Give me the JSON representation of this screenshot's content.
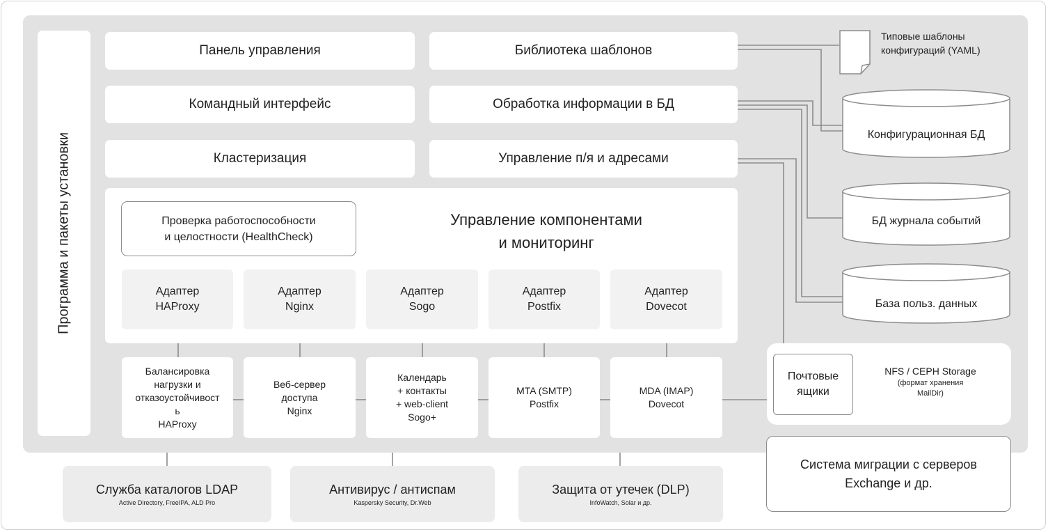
{
  "install_panel": "Программа и пакеты установки",
  "top_modules": {
    "control_panel": "Панель управления",
    "template_library": "Библиотека шаблонов",
    "cli": "Командный интерфейс",
    "db_processing": "Обработка информации в БД",
    "clustering": "Кластеризация",
    "mailbox_management": "Управление п/я и адресами"
  },
  "component_management": {
    "title": "Управление компонентами\nи мониторинг",
    "healthcheck": "Проверка работоспособности\nи целостности (HealthCheck)",
    "adapters": [
      {
        "name": "Адаптер\nHAProxy"
      },
      {
        "name": "Адаптер\nNginx"
      },
      {
        "name": "Адаптер\nSogo"
      },
      {
        "name": "Адаптер\nPostfix"
      },
      {
        "name": "Адаптер\nDovecot"
      }
    ]
  },
  "components": [
    {
      "name": "Балансировка\nнагрузки и\nотказоустойчивост\nь\nHAProxy"
    },
    {
      "name": "Веб-сервер\nдоступа\nNginx"
    },
    {
      "name": "Календарь\n+ контакты\n+ web-client\nSogo+"
    },
    {
      "name": "MTA (SMTP)\nPostfix"
    },
    {
      "name": "MDA (IMAP)\nDovecot"
    }
  ],
  "storage": {
    "mailboxes": "Почтовые\nящики",
    "title": "NFS / CEPH Storage",
    "subtitle": "(формат хранения\nMailDir)"
  },
  "templates_doc": "Типовые шаблоны\nконфигураций (YAML)",
  "databases": [
    {
      "name": "Конфигурационная БД"
    },
    {
      "name": "БД журнала событий"
    },
    {
      "name": "База польз. данных"
    }
  ],
  "external": [
    {
      "title": "Служба каталогов LDAP",
      "subtitle": "Active Directory, FreeIPA, ALD Pro"
    },
    {
      "title": "Антивирус / антиспам",
      "subtitle": "Kaspersky Security, Dr.Web"
    },
    {
      "title": "Защита от утечек (DLP)",
      "subtitle": "InfoWatch, Solar и др."
    }
  ],
  "migration": "Система миграции с серверов\nExchange и др.",
  "colors": {
    "background_area": "#e2e2e2",
    "box": "#ffffff",
    "adapter": "#f2f2f2",
    "external": "#ececec",
    "line": "#8c8c8c"
  }
}
